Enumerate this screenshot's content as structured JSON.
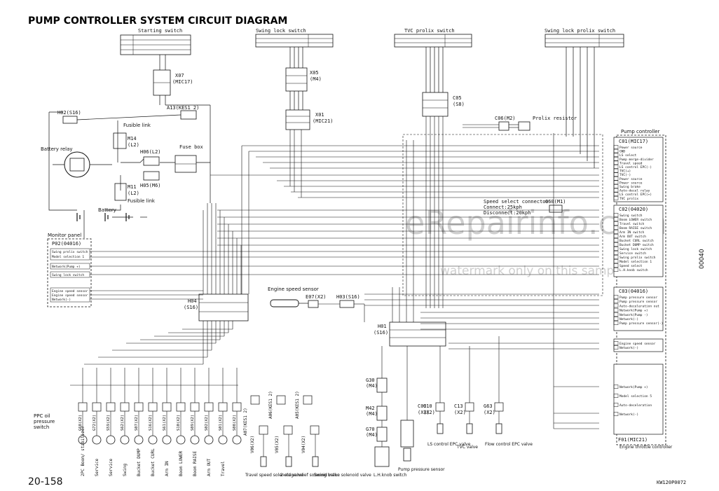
{
  "title": "PUMP CONTROLLER SYSTEM CIRCUIT DIAGRAM",
  "page_number": "20-158",
  "figure_code": "KW120P0072",
  "side_code": "00040",
  "watermark_1": "eRepairinfo.com",
  "watermark_2": "watermark only on this sample",
  "colors": {
    "line": "#111111",
    "watermark": "#cfcfcf",
    "background": "#ffffff"
  },
  "switches": {
    "starting": "Starting switch",
    "swing_lock": "Swing lock switch",
    "tvc_prolix": "TVC prolix switch",
    "swing_lock_prolix": "Swing lock prolix switch"
  },
  "connectors": {
    "x07": "X07",
    "x07_sub": "(MIC17)",
    "x05": "X05",
    "x05_sub": "(M4)",
    "x01": "X01",
    "x01_sub": "(MIC21)",
    "c05": "C05",
    "c05_sub": "(S8)",
    "c06": "C06(M2)",
    "h02": "H02(S16)",
    "a13": "A13(KES1 2)",
    "m14": "M14",
    "m14_sub": "(L2)",
    "h06": "H06(L2)",
    "h05": "H05(M6)",
    "m11": "M11",
    "m11_sub": "(L2)",
    "g60": "G60(M1)",
    "h04": "H04",
    "h04_sub": "(S16)",
    "e07": "E07(X2)",
    "h03": "H03(S16)",
    "h01": "H01",
    "h01_sub": "(S16)",
    "g30": "G30",
    "g30_sub": "(M4)",
    "m42": "M42",
    "m42_sub": "(M4)",
    "g70": "G70",
    "g70_sub": "(M4)",
    "c09": "C09",
    "c09_sub": "(X3)",
    "c10": "C10",
    "c10_sub": "(X2)",
    "c13": "C13",
    "c13_sub": "(X2)",
    "g63": "G63",
    "g63_sub": "(X2)",
    "a07": "A07(KES1 2)",
    "a06": "A06(KES1 2)",
    "a05": "A05(KES1 2)",
    "v06": "V06(X2)",
    "v05": "V05(X2)",
    "v04": "V04(X2)"
  },
  "labels": {
    "prolix_resistor": "Prolix resistor",
    "fusible_link_1": "Fusible link",
    "fusible_link_2": "Fusible link",
    "battery_relay": "Battery relay",
    "fuse_box": "Fuse box",
    "battery": "Battery",
    "engine_speed_sensor": "Engine speed sensor",
    "speed_select_1": "Speed select connector",
    "speed_select_2": "Connect:25kph",
    "speed_select_3": "Disconnect:20kph",
    "ppc_oil_1": "PPC oil",
    "ppc_oil_2": "pressure",
    "ppc_oil_3": "switch",
    "travel_speed": "Travel speed solenoid valve",
    "two_stage": "2-stage relief solenoid valve",
    "swing_brake": "Swing brake solenoid valve",
    "lh_knob": "L.H.knob switch",
    "pump_pressure": "Pump pressure sensor",
    "ls_control": "LS control EPC valve",
    "tvc_valve": "TVC valve",
    "flow_control": "Flow control EPC valve"
  },
  "monitor_panel": {
    "title": "Monitor panel",
    "id": "P02(04016)",
    "rows": [
      "Swing prolix switch",
      "Model selection 1",
      "Network(Pump +)",
      "Swing lock switch",
      "Engine speed sensor",
      "Engine speed sensor",
      "Network(-)"
    ]
  },
  "pump_controller": {
    "title": "Pump controller",
    "c01_id": "C01(MIC17)",
    "c01_rows": [
      "Power source",
      "GND",
      "LS select",
      "Pump merge-divider",
      "Travel speed",
      "LS control EPC(-)",
      "TVC(+)",
      "TVC(-)",
      "Power source",
      "Power source",
      "Swing brake",
      "Auto-decel relay",
      "LS control EPC(+)",
      "TVC prolix"
    ],
    "c02_id": "C02(04020)",
    "c02_rows": [
      "Swing switch",
      "Boom LOWER switch",
      "Travel switch",
      "Boom RAISE switch",
      "Arm IN switch",
      "Arm OUT switch",
      "Bucket CURL switch",
      "Bucket DUMP switch",
      "Swing lock switch",
      "Service switch",
      "Swing prolix switch",
      "Model selection 1",
      "Speed select",
      "L.H.knob switch"
    ],
    "c03_id": "C03(04016)",
    "c03_rows": [
      "Pump pressure sensor",
      "Pump pressure sensor",
      "Auto-deceleration out",
      "Network(Pump +)",
      "Network(Pump -)",
      "Network(-)",
      "Pump pressure sensor(-)"
    ],
    "c04_rows": [
      "Engine speed sensor",
      "Network(-)"
    ],
    "c05_rows": [
      "Network(Pump +)",
      "Model selection 5",
      "Auto-deceleration",
      "Network(-)"
    ],
    "f01_id": "F01(MIC21)",
    "f01_title": "Engine throttle controller"
  },
  "bottom_switch_labels": [
    "2PC Boom/ stabilizer",
    "Service",
    "Service",
    "Swing",
    "Bucket DUMP",
    "Bucket CURL",
    "Arm IN",
    "Boom LOWER",
    "Boom RAISE",
    "Arm OUT",
    "Travel"
  ],
  "bottom_switch_ids": [
    "G68(X2)",
    "G72(X2)",
    "S59(X2)",
    "S62(X2)",
    "S07(X2)",
    "S16(X2)",
    "S61(X2)",
    "S10(X2)",
    "S09(X2)",
    "S02(X2)",
    "S01(X2)",
    "S08(X2)"
  ]
}
